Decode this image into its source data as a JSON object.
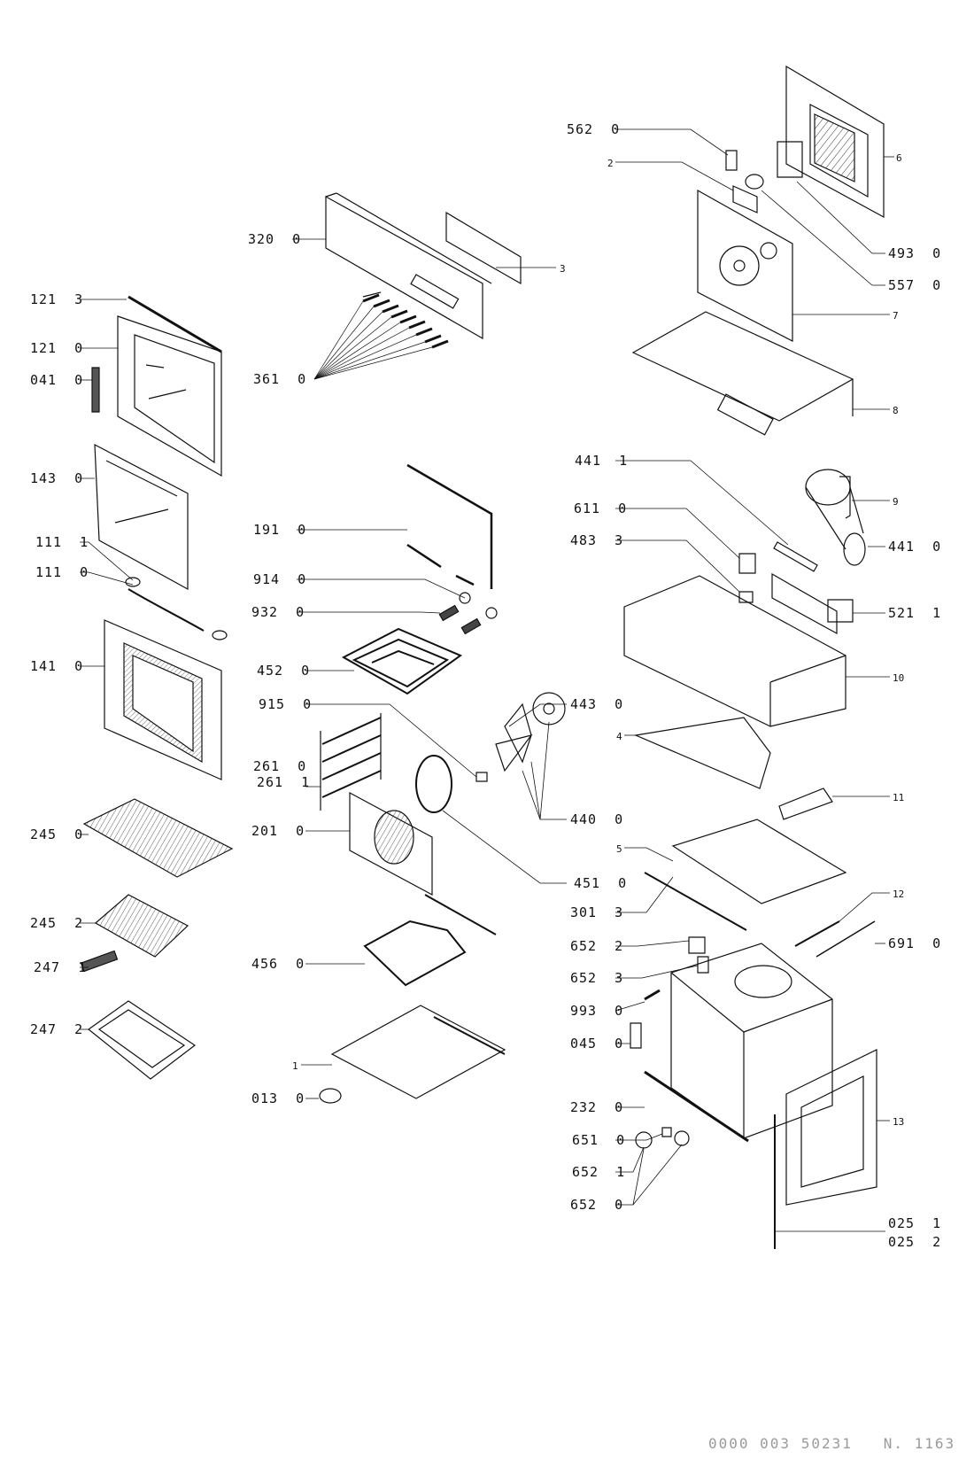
{
  "diagram": {
    "title": "Oven exploded parts diagram",
    "footer_code": "0000 003 50231   N. 1163",
    "callouts_left": [
      {
        "id": "c-121-3",
        "text": "121  3"
      },
      {
        "id": "c-121-0",
        "text": "121  0"
      },
      {
        "id": "c-041-0",
        "text": "041  0"
      },
      {
        "id": "c-143-0",
        "text": "143  0"
      },
      {
        "id": "c-111-1",
        "text": "111  1"
      },
      {
        "id": "c-111-0",
        "text": "111  0"
      },
      {
        "id": "c-141-0",
        "text": "141  0"
      },
      {
        "id": "c-245-0",
        "text": "245  0"
      },
      {
        "id": "c-245-2",
        "text": "245  2"
      },
      {
        "id": "c-247-1",
        "text": "247  1"
      },
      {
        "id": "c-247-2",
        "text": "247  2"
      }
    ],
    "callouts_middle": [
      {
        "id": "c-320-0",
        "text": "320  0"
      },
      {
        "id": "c-361-0",
        "text": "361  0"
      },
      {
        "id": "c-191-0",
        "text": "191  0"
      },
      {
        "id": "c-914-0",
        "text": "914  0"
      },
      {
        "id": "c-932-0",
        "text": "932  0"
      },
      {
        "id": "c-452-0",
        "text": "452  0"
      },
      {
        "id": "c-915-0",
        "text": "915  0"
      },
      {
        "id": "c-261-0",
        "text": "261  0"
      },
      {
        "id": "c-261-1",
        "text": "261  1"
      },
      {
        "id": "c-201-0",
        "text": "201  0"
      },
      {
        "id": "c-456-0",
        "text": "456  0"
      },
      {
        "id": "c-1",
        "text": "1"
      },
      {
        "id": "c-013-0",
        "text": "013  0"
      },
      {
        "id": "c-3",
        "text": "3"
      }
    ],
    "callouts_right_inner": [
      {
        "id": "c-562-0",
        "text": "562  0"
      },
      {
        "id": "c-2",
        "text": "2"
      },
      {
        "id": "c-441-1",
        "text": "441  1"
      },
      {
        "id": "c-611-0",
        "text": "611  0"
      },
      {
        "id": "c-483-3",
        "text": "483  3"
      },
      {
        "id": "c-443-0",
        "text": "443  0"
      },
      {
        "id": "c-440-0",
        "text": "440  0"
      },
      {
        "id": "c-451-0",
        "text": "451  0"
      },
      {
        "id": "c-4",
        "text": "4"
      },
      {
        "id": "c-5",
        "text": "5"
      },
      {
        "id": "c-301-3",
        "text": "301  3"
      },
      {
        "id": "c-652-2",
        "text": "652  2"
      },
      {
        "id": "c-652-3",
        "text": "652  3"
      },
      {
        "id": "c-993-0",
        "text": "993  0"
      },
      {
        "id": "c-045-0",
        "text": "045  0"
      },
      {
        "id": "c-232-0",
        "text": "232  0"
      },
      {
        "id": "c-651-0",
        "text": "651  0"
      },
      {
        "id": "c-652-1",
        "text": "652  1"
      },
      {
        "id": "c-652-0",
        "text": "652  0"
      }
    ],
    "callouts_right_edge": [
      {
        "id": "c-6",
        "text": "6"
      },
      {
        "id": "c-493-0",
        "text": "493  0"
      },
      {
        "id": "c-557-0",
        "text": "557  0"
      },
      {
        "id": "c-7",
        "text": "7"
      },
      {
        "id": "c-8",
        "text": "8"
      },
      {
        "id": "c-9",
        "text": "9"
      },
      {
        "id": "c-441-0",
        "text": "441  0"
      },
      {
        "id": "c-521-1",
        "text": "521  1"
      },
      {
        "id": "c-10",
        "text": "10"
      },
      {
        "id": "c-11",
        "text": "11"
      },
      {
        "id": "c-12",
        "text": "12"
      },
      {
        "id": "c-691-0",
        "text": "691  0"
      },
      {
        "id": "c-13",
        "text": "13"
      },
      {
        "id": "c-025-1",
        "text": "025  1"
      },
      {
        "id": "c-025-2",
        "text": "025  2"
      }
    ]
  }
}
